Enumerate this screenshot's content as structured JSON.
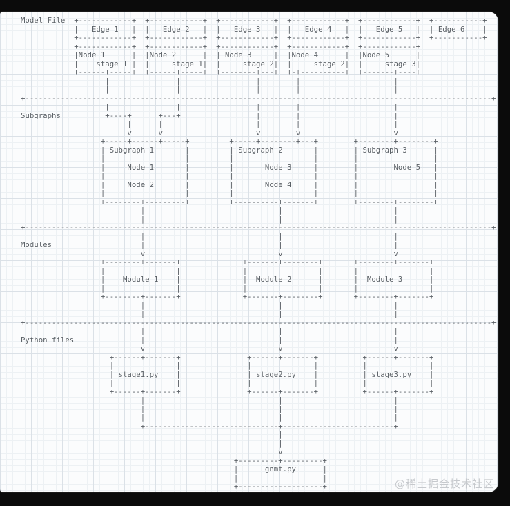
{
  "colors": {
    "background": "#0b0b0b",
    "paper": "#fbfcfd",
    "grid_minor": "#edf1f4",
    "grid_major": "#dbe1e7",
    "diagram_text": "#5a6066",
    "watermark": "#c6c9cd"
  },
  "watermark": {
    "text": "@稀土掘金技术社区"
  },
  "model_file": {
    "label": "Model File",
    "edges": [
      "Edge 1",
      "Edge 2",
      "Edge 3",
      "Edge 4",
      "Edge 5",
      "Edge 6"
    ],
    "nodes": [
      {
        "name": "Node 1",
        "stage": "stage 1"
      },
      {
        "name": "Node 2",
        "stage": "stage 1"
      },
      {
        "name": "Node 3",
        "stage": "stage 2"
      },
      {
        "name": "Node 4",
        "stage": "stage 2"
      },
      {
        "name": "Node 5",
        "stage": "stage 3"
      }
    ]
  },
  "subgraphs": {
    "label": "Subgraphs",
    "items": [
      {
        "name": "Subgraph 1",
        "nodes": [
          "Node 1",
          "Node 2"
        ]
      },
      {
        "name": "Subgraph 2",
        "nodes": [
          "Node 3",
          "Node 4"
        ]
      },
      {
        "name": "Subgraph 3",
        "nodes": [
          "Node 5"
        ]
      }
    ]
  },
  "modules": {
    "label": "Modules",
    "items": [
      "Module 1",
      "Module 2",
      "Module 3"
    ]
  },
  "python_files": {
    "label": "Python files",
    "items": [
      "stage1.py",
      "stage2.py",
      "stage3.py"
    ],
    "output": "gnmt.py"
  },
  "diagram": {
    "ascii_lines": [
      "Model File  +------------+  +------------+  +------------+  +------------+  +------------+  +-----------+",
      "            |   Edge 1   |  |   Edge 2   |  |   Edge 3   |  |   Edge 4   |  |   Edge 5   |  | Edge 6    |",
      "            +------------+  +------------+  +------------+  +------------+  +------------+  +-----------+",
      "            +------------+  +------------+  +------------+  +------------+  +------------+",
      "            |Node 1      |  |Node 2      |  | Node 3     |  |Node 4      |  |Node 5      |",
      "            |    stage 1 |  |     stage 1|  |     stage 2|  |     stage 2|  |     stage 3|",
      "            +------+-----+  +------+-----+  +--------+---+  +-+----------+  +-------+----+",
      "                   |               |                 |        |                     |",
      "                   |               |                 |        |                     |",
      "+---------------------------------------------------------------------------------------------------------+",
      "                   |               |                 |        |                     |",
      "Subgraphs          +----+      +---+                 |        |                     |",
      "                        |      |                     |        |                     |",
      "                        v      v                     v        v                     v",
      "                  +-----+------+-----+         +-----+--------+---+        +--------+--------+",
      "                  | Subgraph 1       |         | Subgraph 2       |        | Subgraph 3      |",
      "                  |                  |         |                  |        |                 |",
      "                  |     Node 1       |         |       Node 3     |        |        Node 5   |",
      "                  |                  |         |                  |        |                 |",
      "                  |     Node 2       |         |       Node 4     |        |                 |",
      "                  |                  |         |                  |        |                 |",
      "                  +--------+---------+         +----------+-------+        +--------+--------+",
      "                           |                              |                         |",
      "                           |                              |                         |",
      "+---------------------------------------------------------------------------------------------------------+",
      "                           |                              |                         |",
      "Modules                    |                              |                         |",
      "                           v                              v                         v",
      "                  +--------+-------+              +-------+--------+       +--------+-------+",
      "                  |                |              |                |       |                |",
      "                  |    Module 1    |              |  Module 2      |       |  Module 3      |",
      "                  |                |              |                |       |                |",
      "                  +--------+-------+              +-------+--------+       +--------+-------+",
      "                           |                              |                         |",
      "                           |                              |                         |",
      "+---------------------------------------------------------------------------------------------------------+",
      "                           |                              |                         |",
      "Python files               |                              |                         |",
      "                           v                              v                         v",
      "                    +------+-------+               +------+-------+          +------+-------+",
      "                    |              |               |              |          |              |",
      "                    | stage1.py    |               | stage2.py    |          | stage3.py    |",
      "                    |              |               |              |          |              |",
      "                    +------+-------+               +------+-------+          +------+-------+",
      "                           |                              |                         |",
      "                           |                              |                         |",
      "                           |                              |                         |",
      "                           +------------------------------+-------------------------+",
      "                                                          |",
      "                                                          |",
      "                                                          v",
      "                                                +---------+---------+",
      "                                                |      gnmt.py      |",
      "                                                |                   |",
      "                                                +-------------------+"
    ]
  }
}
